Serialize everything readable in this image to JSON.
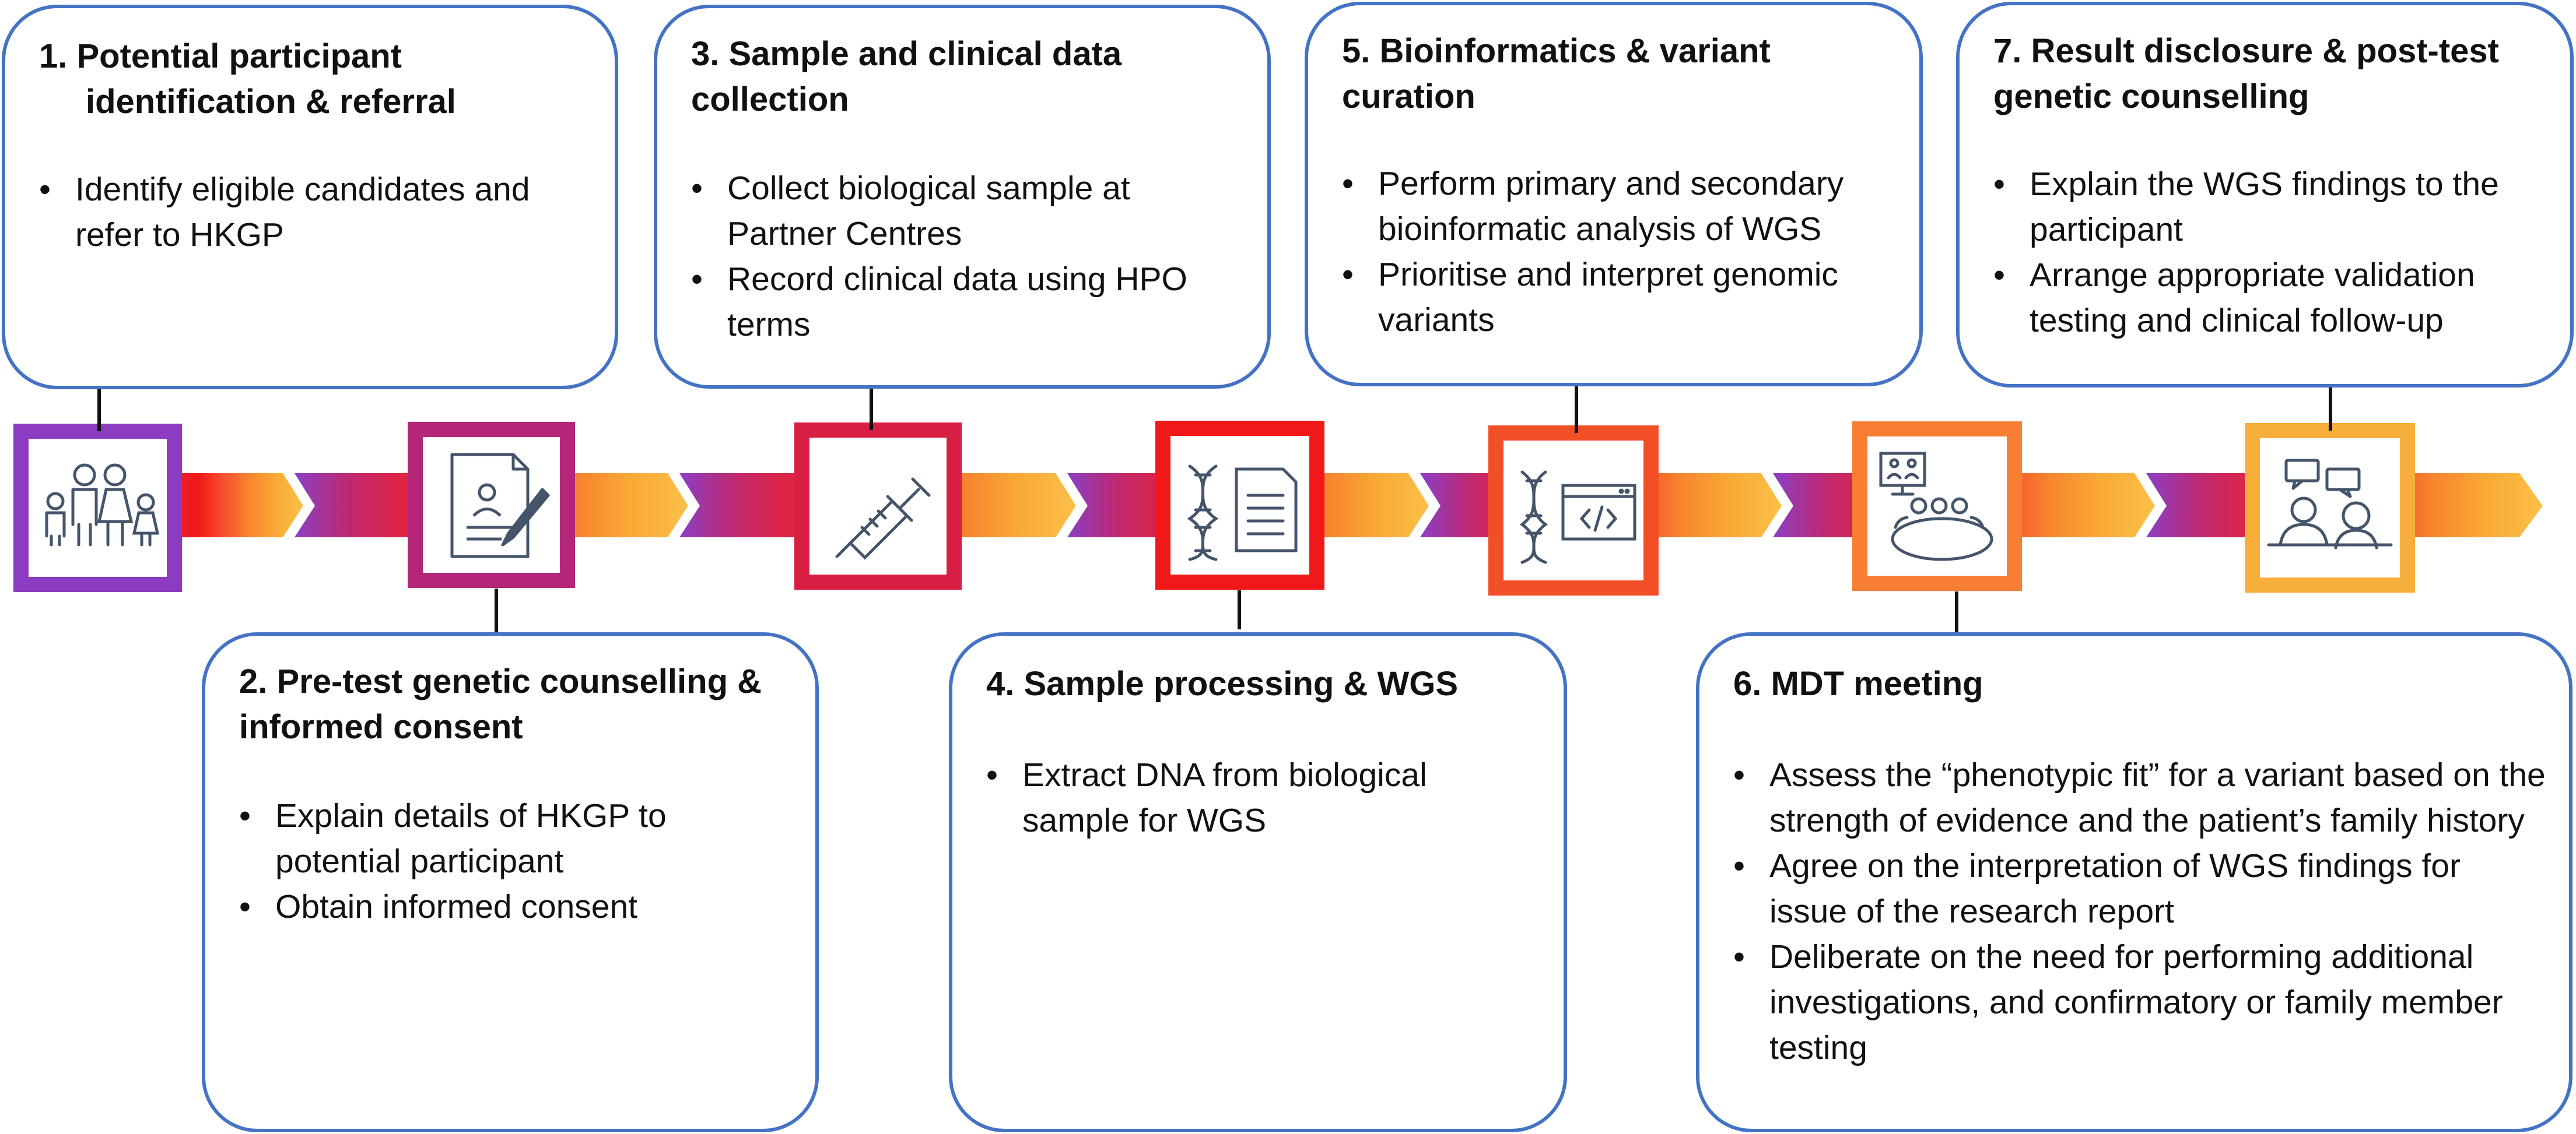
{
  "steps": [
    {
      "title": "1.  Potential participant identification & referral",
      "bullets": [
        "Identify eligible candidates and refer to HKGP"
      ],
      "icon": "family-icon"
    },
    {
      "title": "2. Pre-test genetic counselling & informed consent",
      "bullets": [
        "Explain details of HKGP to potential participant",
        "Obtain informed consent"
      ],
      "icon": "signing-document-icon"
    },
    {
      "title": "3. Sample and clinical data collection",
      "bullets": [
        "Collect biological sample at Partner Centres",
        "Record clinical data using HPO terms"
      ],
      "icon": "syringe-icon"
    },
    {
      "title": "4. Sample processing & WGS",
      "bullets": [
        "Extract DNA from biological sample for WGS"
      ],
      "icon": "dna-document-icon"
    },
    {
      "title": "5. Bioinformatics & variant curation",
      "bullets": [
        "Perform primary and secondary bioinformatic analysis of WGS",
        "Prioritise and interpret genomic variants"
      ],
      "icon": "dna-code-icon"
    },
    {
      "title": "6. MDT meeting",
      "bullets": [
        "Assess the “phenotypic fit” for a variant based on the strength of evidence and the patient’s family history",
        "Agree on the interpretation of WGS findings for issue of the research report",
        "Deliberate on the need for performing additional investigations, and confirmatory or family member testing"
      ],
      "icon": "meeting-icon"
    },
    {
      "title": "7. Result disclosure & post-test genetic counselling",
      "bullets": [
        "Explain the WGS findings to the participant",
        "Arrange appropriate validation testing and clinical follow-up"
      ],
      "icon": "conversation-icon"
    }
  ],
  "colors": {
    "box_border": "#4472C4",
    "arrow_gradient": [
      "#8A3FC6",
      "#C0286E",
      "#E5233A",
      "#F31818",
      "#F5512E",
      "#F8862E",
      "#FAAA35",
      "#FBC049"
    ],
    "icon_tiles": [
      "#8B3CC0",
      "#B5267A",
      "#D61F43",
      "#F01818",
      "#F34F27",
      "#F77E33",
      "#F8AE3B"
    ]
  }
}
